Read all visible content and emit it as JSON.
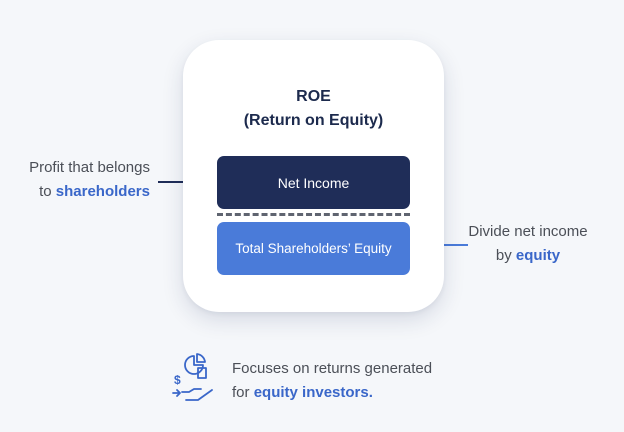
{
  "card": {
    "title_line1": "ROE",
    "title_line2": "(Return on Equity)",
    "numerator": "Net Income",
    "denominator": "Total Shareholders’ Equity"
  },
  "left_label": {
    "line1": "Profit that belongs",
    "line2_prefix": "to ",
    "line2_emphasis": "shareholders"
  },
  "right_label": {
    "line1": "Divide net income",
    "line2_prefix": "by ",
    "line2_emphasis": "equity"
  },
  "footer": {
    "icon": "investor-returns-icon",
    "line1": "Focuses on returns generated",
    "line2_prefix": "for ",
    "line2_emphasis": "equity investors."
  },
  "colors": {
    "navy": "#1f2d58",
    "blue": "#4a7bd9",
    "highlight": "#3a67c9"
  }
}
